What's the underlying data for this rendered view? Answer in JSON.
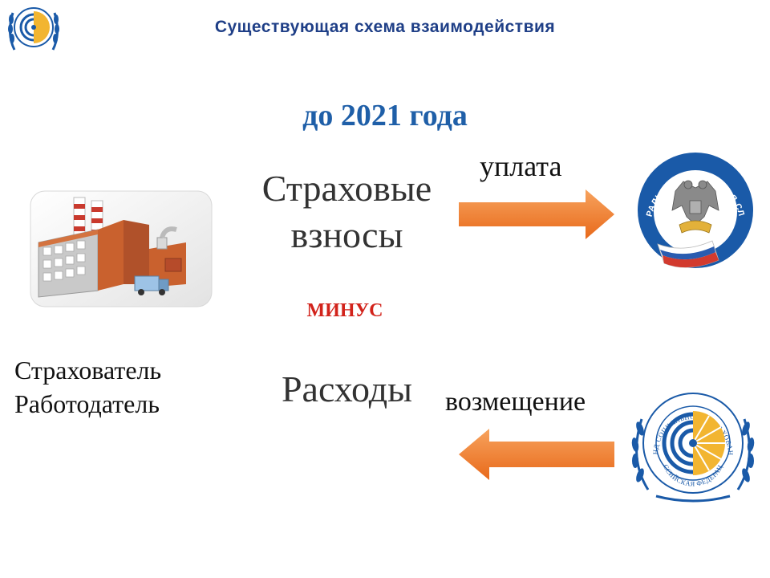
{
  "header": {
    "title": "Существующая схема взаимодействия"
  },
  "subtitle": "до 2021 года",
  "contributions": {
    "line1": "Страховые",
    "line2": "взносы"
  },
  "minus": "МИНУС",
  "expenses": "Расходы",
  "arrows": {
    "pay_label": "уплата",
    "reimburse_label": "возмещение"
  },
  "insurer": {
    "line1": "Страхователь",
    "line2": "Работодатель"
  },
  "fns_emblem": {
    "ring_text": "ФЕДЕРАЛЬНАЯ НАЛОГОВАЯ СЛУЖБА"
  },
  "fss_emblem": {
    "ring_text_top": "ФОНД СОЦИАЛЬНОГО СТРАХОВАНИЯ",
    "ring_text_bottom": "РОССИЙСКАЯ ФЕДЕРАЦИЯ"
  },
  "colors": {
    "title_blue": "#1f3f87",
    "subtitle_blue": "#1f5fa8",
    "minus_red": "#d2231b",
    "arrow_orange": "#f07b24",
    "emblem_blue": "#1a5aa8",
    "emblem_gold": "#f2b531"
  }
}
